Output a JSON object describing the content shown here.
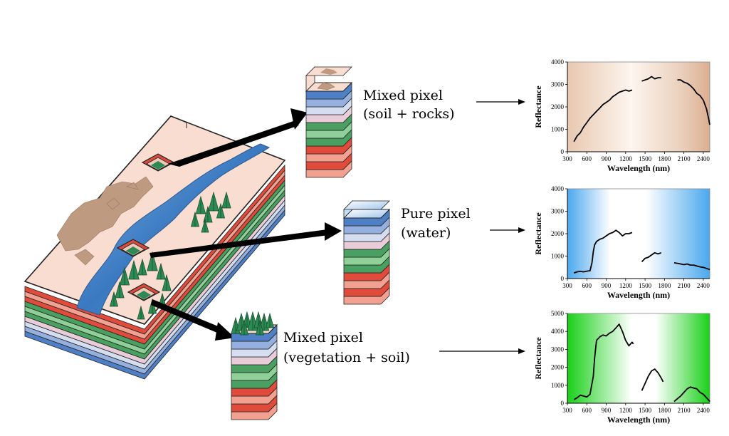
{
  "pixels": [
    {
      "title": "Mixed pixel",
      "subtitle": "(soil + rocks)"
    },
    {
      "title": "Pure pixel",
      "subtitle": "(water)"
    },
    {
      "title": "Mixed pixel",
      "subtitle": "(vegetation + soil)"
    }
  ],
  "colors": {
    "soil_panel": "#e6c4aa",
    "water_panel": "#58b2ee",
    "vegetation_panel": "#1fd61f",
    "river": "#4f8fd0",
    "terrain": "#f8ddd0",
    "rocks": "#bd9a80",
    "trees": "#2c8a55"
  },
  "chart_data": [
    {
      "type": "line",
      "xlabel": "Wavelength (nm)",
      "ylabel": "Reflectance",
      "xlim": [
        300,
        2500
      ],
      "ylim": [
        0,
        4000
      ],
      "xticks": [
        300,
        600,
        900,
        1200,
        1500,
        1800,
        2100,
        2400
      ],
      "yticks": [
        0,
        1000,
        2000,
        3000,
        4000
      ],
      "series": [
        {
          "x": [
            400,
            450,
            500,
            550,
            600,
            650,
            700,
            750,
            800,
            850,
            900,
            950,
            1000,
            1050,
            1100,
            1150,
            1200,
            1250,
            1300
          ],
          "y": [
            450,
            700,
            850,
            1100,
            1300,
            1500,
            1650,
            1800,
            1950,
            2100,
            2200,
            2300,
            2450,
            2550,
            2650,
            2700,
            2750,
            2700,
            2750
          ]
        },
        {
          "x": [
            1450,
            1500,
            1550,
            1600,
            1650,
            1700,
            1750
          ],
          "y": [
            3150,
            3200,
            3250,
            3350,
            3250,
            3300,
            3300
          ]
        },
        {
          "x": [
            2000,
            2050,
            2100,
            2150,
            2200,
            2250,
            2300,
            2350,
            2400,
            2450,
            2480,
            2500
          ],
          "y": [
            3200,
            3200,
            3100,
            3050,
            2950,
            2800,
            2600,
            2500,
            2300,
            1900,
            1500,
            1200
          ]
        }
      ]
    },
    {
      "type": "line",
      "xlabel": "Wavelength (nm)",
      "ylabel": "Reflectance",
      "xlim": [
        300,
        2500
      ],
      "ylim": [
        0,
        4000
      ],
      "xticks": [
        300,
        600,
        900,
        1200,
        1500,
        1800,
        2100,
        2400
      ],
      "yticks": [
        0,
        1000,
        2000,
        3000,
        4000
      ],
      "series": [
        {
          "x": [
            400,
            450,
            500,
            550,
            600,
            650,
            680,
            700,
            720,
            750,
            800,
            850,
            900,
            950,
            1000,
            1050,
            1100,
            1150,
            1200,
            1250,
            1300
          ],
          "y": [
            250,
            300,
            320,
            300,
            330,
            350,
            700,
            1200,
            1500,
            1650,
            1750,
            1800,
            1900,
            2000,
            2050,
            2150,
            2050,
            1900,
            2000,
            2000,
            2050
          ]
        },
        {
          "x": [
            1450,
            1500,
            1550,
            1600,
            1650,
            1700,
            1750
          ],
          "y": [
            750,
            900,
            950,
            1050,
            1150,
            1100,
            1150
          ]
        },
        {
          "x": [
            1950,
            2000,
            2050,
            2100,
            2150,
            2200,
            2250,
            2300,
            2350,
            2400,
            2450,
            2500
          ],
          "y": [
            700,
            680,
            650,
            620,
            650,
            600,
            600,
            560,
            520,
            500,
            450,
            400
          ]
        }
      ]
    },
    {
      "type": "line",
      "xlabel": "Wavelength (nm)",
      "ylabel": "Reflectance",
      "xlim": [
        300,
        2500
      ],
      "ylim": [
        0,
        5000
      ],
      "xticks": [
        300,
        600,
        900,
        1200,
        1500,
        1800,
        2100,
        2400
      ],
      "yticks": [
        0,
        1000,
        2000,
        3000,
        4000,
        5000
      ],
      "series": [
        {
          "x": [
            400,
            450,
            500,
            550,
            600,
            650,
            700,
            720,
            750,
            800,
            850,
            900,
            950,
            1000,
            1050,
            1100,
            1150,
            1200,
            1250,
            1300,
            1320
          ],
          "y": [
            200,
            300,
            450,
            400,
            350,
            500,
            1500,
            2500,
            3500,
            3700,
            3800,
            3750,
            3900,
            4000,
            4200,
            4400,
            4000,
            3500,
            3200,
            3400,
            3300
          ]
        },
        {
          "x": [
            1450,
            1500,
            1550,
            1600,
            1650,
            1700,
            1750,
            1780
          ],
          "y": [
            700,
            1100,
            1500,
            1800,
            1900,
            1700,
            1400,
            1200
          ]
        },
        {
          "x": [
            1950,
            2000,
            2050,
            2100,
            2150,
            2200,
            2250,
            2300,
            2350,
            2400,
            2450,
            2500
          ],
          "y": [
            100,
            250,
            400,
            600,
            800,
            900,
            850,
            800,
            600,
            500,
            300,
            100
          ]
        }
      ]
    }
  ]
}
